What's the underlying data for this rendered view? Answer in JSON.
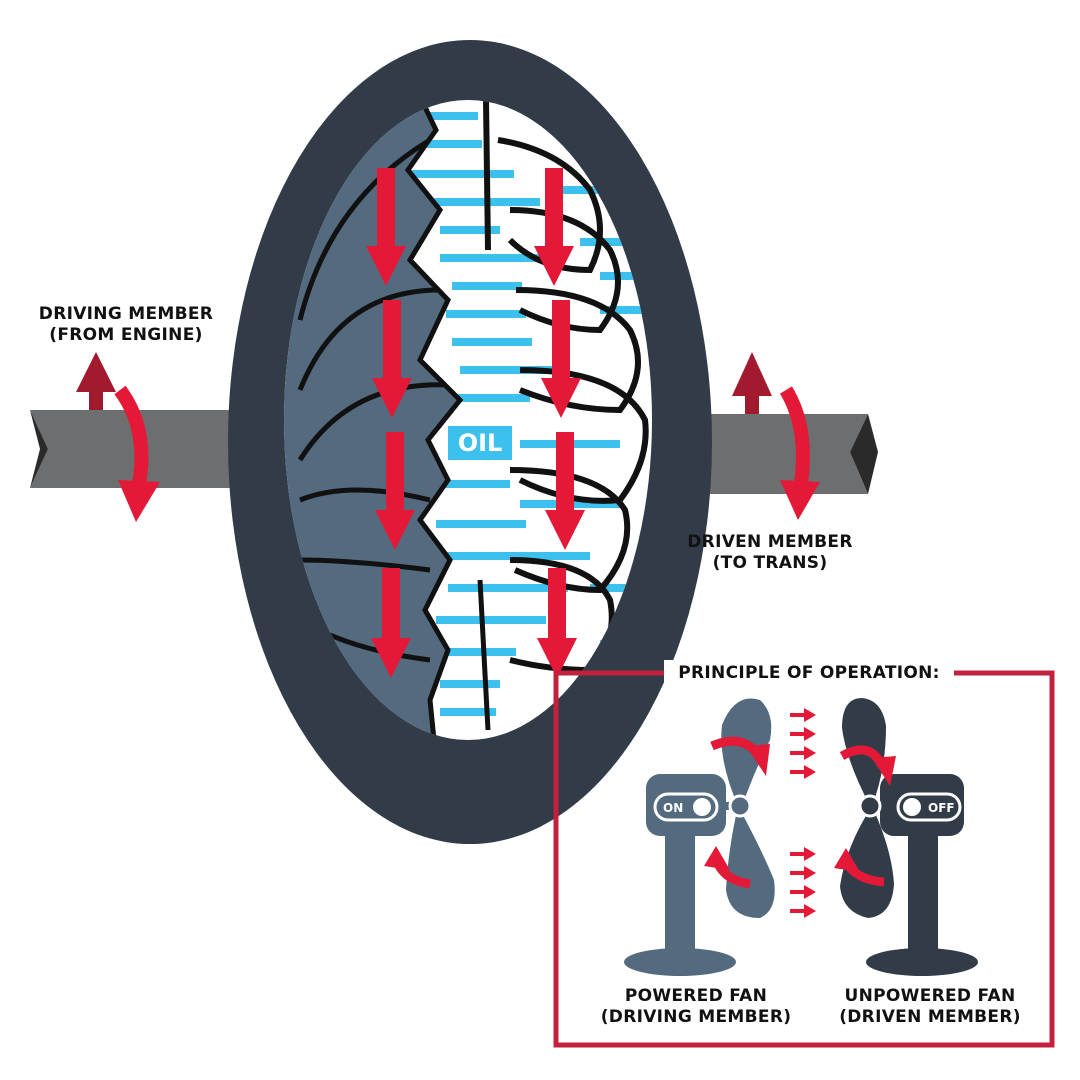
{
  "labels": {
    "driving_member": [
      "DRIVING MEMBER",
      "(FROM ENGINE)"
    ],
    "driven_member": [
      "DRIVEN MEMBER",
      "(TO TRANS)"
    ],
    "oil": "OIL",
    "principle_title": "PRINCIPLE OF OPERATION:",
    "powered_fan": [
      "POWERED FAN",
      "(DRIVING MEMBER)"
    ],
    "unpowered_fan": [
      "UNPOWERED FAN",
      "(DRIVEN MEMBER)"
    ],
    "switch_on": "ON",
    "switch_off": "OFF"
  },
  "colors": {
    "accent_red": "#e31937",
    "oil_blue": "#3cc0ee",
    "dark_slate": "#323c48",
    "steel_blue": "#546a7e",
    "shaft_gray": "#6d6e70",
    "box_border": "#c4203d"
  },
  "icons": [
    "rotation-arrow-icon",
    "flow-arrow-icon",
    "power-switch-icon"
  ]
}
